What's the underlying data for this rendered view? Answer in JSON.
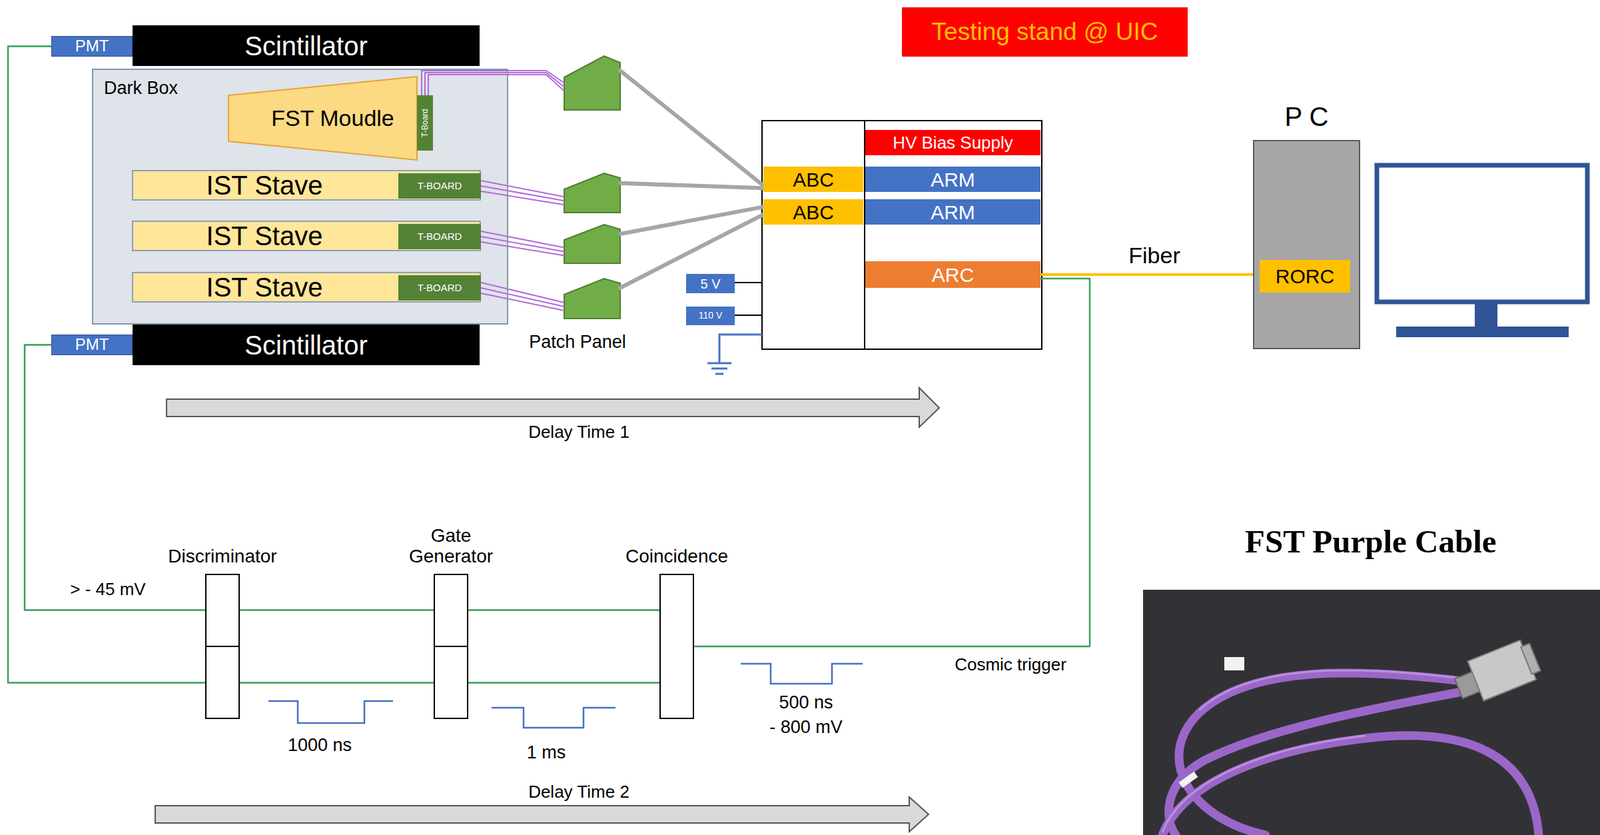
{
  "diagram": {
    "nodes": [
      {
        "text": [
          "Testing stand @ UIC"
        ]
      },
      {
        "text": [
          "PMT"
        ]
      },
      {
        "text": [
          "Scintillator"
        ]
      },
      {
        "text": [
          "Dark Box"
        ]
      },
      {
        "text": [
          "FST Moudle"
        ],
        "in": 3
      },
      {
        "text": [
          "T-Board"
        ],
        "in": 3
      },
      {
        "text": [
          "IST Stave"
        ],
        "in": 3
      },
      {
        "text": [
          "T-BOARD"
        ],
        "in": 6
      },
      {
        "text": [
          "IST Stave"
        ],
        "in": 3
      },
      {
        "text": [
          "T-BOARD"
        ],
        "in": 8
      },
      {
        "text": [
          "IST Stave"
        ],
        "in": 3
      },
      {
        "text": [
          "T-BOARD"
        ],
        "in": 10
      },
      {
        "text": [
          "PMT"
        ]
      },
      {
        "text": [
          "Scintillator"
        ]
      },
      {
        "text": [
          "ABC"
        ]
      },
      {
        "text": [
          "ABC"
        ]
      },
      {
        "text": [
          "HV Bias Supply"
        ]
      },
      {
        "text": [
          "ARM"
        ]
      },
      {
        "text": [
          "ARM"
        ]
      },
      {
        "text": [
          "ARC"
        ]
      },
      {
        "text": [
          "5 V"
        ]
      },
      {
        "text": [
          "110 V"
        ]
      },
      {
        "text": [
          "P C"
        ]
      },
      {
        "text": [
          "RORC"
        ],
        "in": 22
      },
      {
        "text": [
          "Discriminator"
        ]
      },
      {
        "text": [
          "Gate Generator"
        ]
      },
      {
        "text": [
          "Coincidence"
        ]
      }
    ],
    "edges": [
      {
        "from": 5,
        "to": 14,
        "arrow": "none"
      },
      {
        "from": 7,
        "to": 14,
        "arrow": "none"
      },
      {
        "from": 9,
        "to": 15,
        "arrow": "none"
      },
      {
        "from": 11,
        "to": 15,
        "arrow": "none"
      },
      {
        "from": 1,
        "to": 24,
        "arrow": "none"
      },
      {
        "from": 12,
        "to": 24,
        "arrow": "none"
      },
      {
        "from": 24,
        "to": 25,
        "arrow": "none"
      },
      {
        "from": 24,
        "to": 25,
        "arrow": "none"
      },
      {
        "from": 25,
        "to": 26,
        "arrow": "none"
      },
      {
        "from": 25,
        "to": 26,
        "arrow": "none"
      },
      {
        "from": 26,
        "to": 19,
        "label": "Cosmic trigger",
        "arrow": "none"
      },
      {
        "from": 19,
        "to": 23,
        "label": "Fiber",
        "arrow": "none"
      }
    ],
    "labels": [
      "Patch Panel",
      "Delay Time 1",
      "> - 45 mV",
      "1000 ns",
      "1 ms",
      "500 ns",
      "- 800 mV",
      "Delay Time 2",
      "FST Purple Cable"
    ]
  }
}
